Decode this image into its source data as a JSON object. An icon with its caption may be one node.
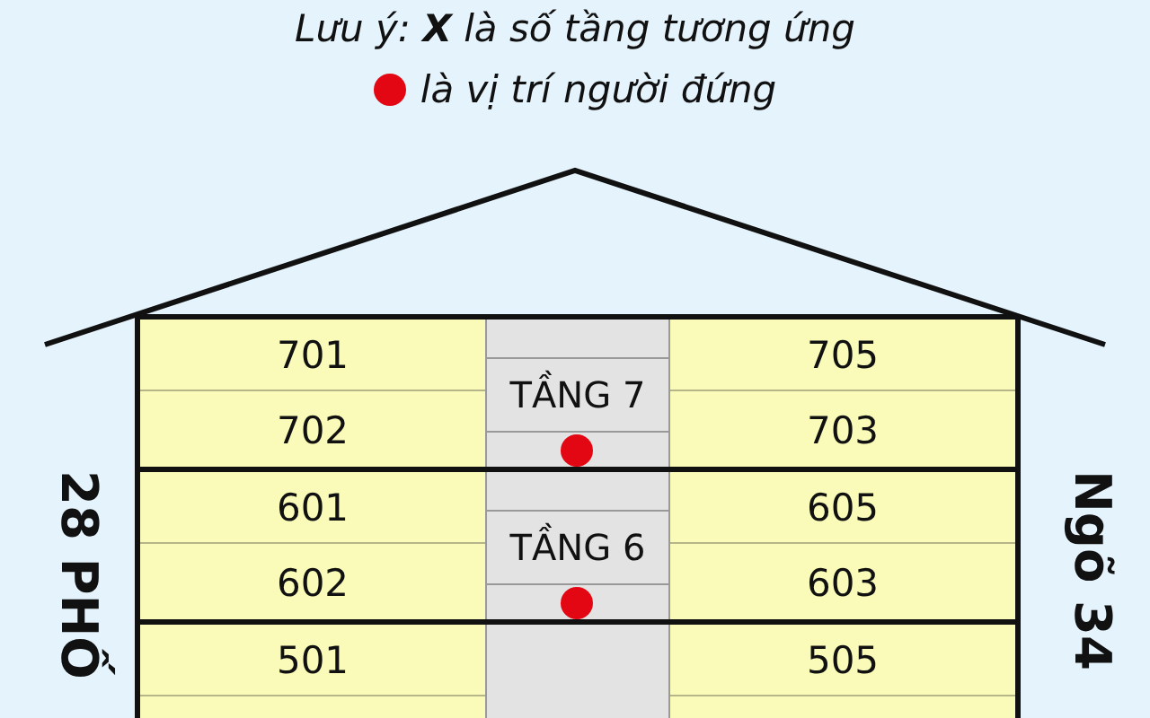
{
  "diagram": {
    "nodes": [
      {
        "text": [],
        "shape": "box"
      },
      {
        "text": [
          "701"
        ],
        "in": 0
      },
      {
        "text": [
          "702"
        ],
        "in": 0
      },
      {
        "text": [
          "TẦNG 7"
        ],
        "in": 0
      },
      {
        "text": [
          "705"
        ],
        "in": 0
      },
      {
        "text": [
          "703"
        ],
        "in": 0
      },
      {
        "text": [],
        "shape": "box"
      },
      {
        "text": [
          "601"
        ],
        "in": 6
      },
      {
        "text": [
          "602"
        ],
        "in": 6
      },
      {
        "text": [
          "TẦNG 6"
        ],
        "in": 6
      },
      {
        "text": [
          "605"
        ],
        "in": 6
      },
      {
        "text": [
          "603"
        ],
        "in": 6
      },
      {
        "text": [],
        "shape": "box"
      },
      {
        "text": [
          "501"
        ],
        "in": 12
      },
      {
        "text": [],
        "shape": "box",
        "in": 12
      },
      {
        "text": [
          "505"
        ],
        "in": 12
      }
    ],
    "labels": [
      "Lưu ý: **X** là số tầng tương ứng",
      "28 PHỐ",
      "Ngõ 34"
    ],
    "legend": [
      {
        "text": "là vị trí người đứng",
        "color": "#e30613"
      }
    ]
  }
}
